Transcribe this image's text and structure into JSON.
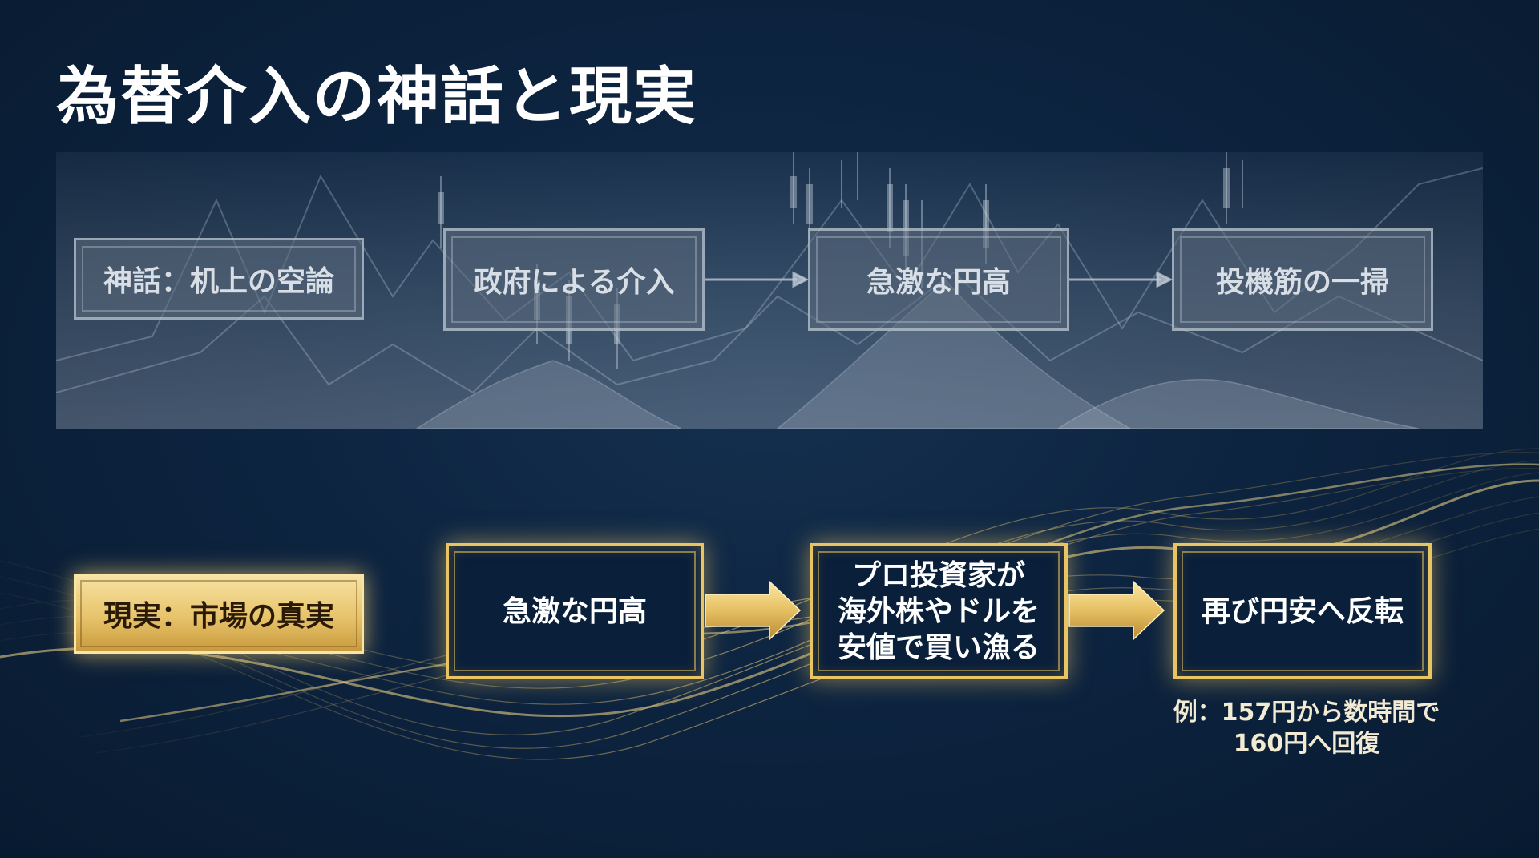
{
  "title": "為替介入の神話と現実",
  "myth_row": {
    "label": "神話：机上の空論",
    "steps": [
      "政府による介入",
      "急激な円高",
      "投機筋の一掃"
    ]
  },
  "reality_row": {
    "label": "現実：市場の真実",
    "steps": [
      "急激な円高",
      "プロ投資家が\n海外株やドルを\n安値で買い漁る",
      "再び円安へ反転"
    ]
  },
  "note": "例：157円から数時間で\n160円へ回復",
  "colors": {
    "background": "#0d2440",
    "gold": "#e9c463",
    "myth_box": "#5f6e80",
    "text": "#ffffff"
  }
}
